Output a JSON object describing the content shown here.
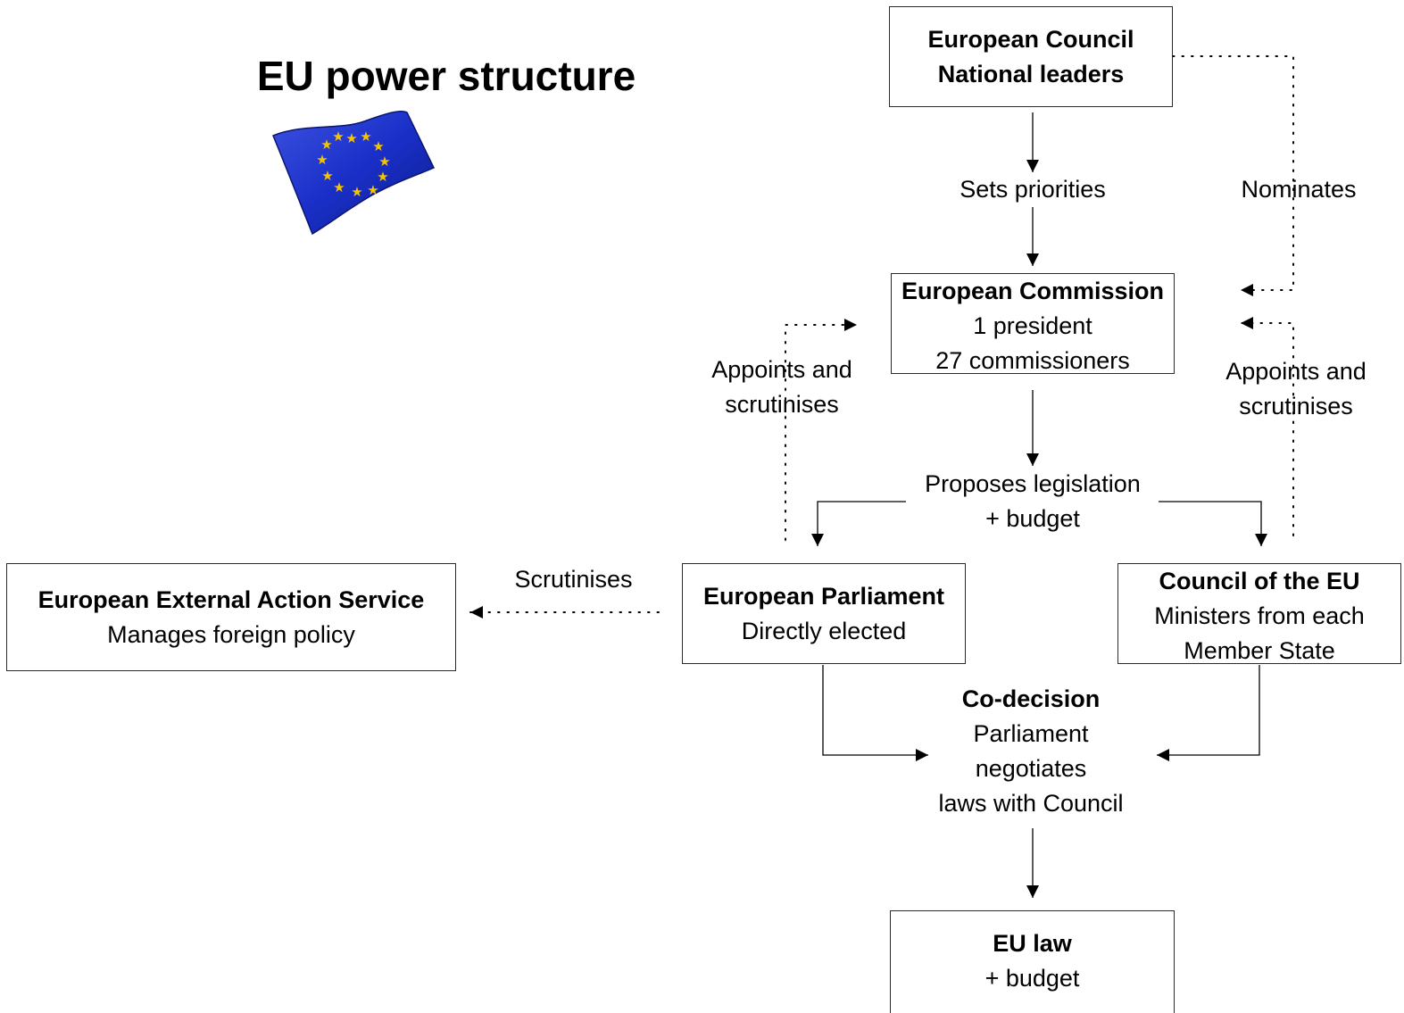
{
  "title": "EU power structure",
  "nodes": {
    "european_council": {
      "title": "European Council",
      "line2": "National leaders"
    },
    "commission": {
      "title": "European Commission",
      "line2": "1 president",
      "line3": "27 commissioners"
    },
    "parliament": {
      "title": "European Parliament",
      "line2": "Directly elected"
    },
    "council_eu": {
      "title": "Council of the EU",
      "line2": "Ministers from each",
      "line3": "Member State"
    },
    "eeas": {
      "title": "European External Action Service",
      "line2": "Manages foreign policy"
    },
    "eu_law": {
      "title": "EU law",
      "line2": "+ budget"
    }
  },
  "edges": {
    "sets_priorities": "Sets priorities",
    "nominates": "Nominates",
    "appoints_left": {
      "line1": "Appoints and",
      "line2": "scrutinises"
    },
    "appoints_right": {
      "line1": "Appoints and",
      "line2": "scrutinises"
    },
    "proposes": {
      "line1": "Proposes legislation",
      "line2": "+ budget"
    },
    "scrutinises": "Scrutinises",
    "codecision": {
      "title": "Co-decision",
      "line2": "Parliament",
      "line3": "negotiates",
      "line4": "laws with Council"
    }
  },
  "colors": {
    "flag_blue": "#1a2fc8",
    "flag_star": "#f5c400",
    "line": "#000000"
  },
  "icons": {
    "flag": "eu-flag-icon"
  }
}
